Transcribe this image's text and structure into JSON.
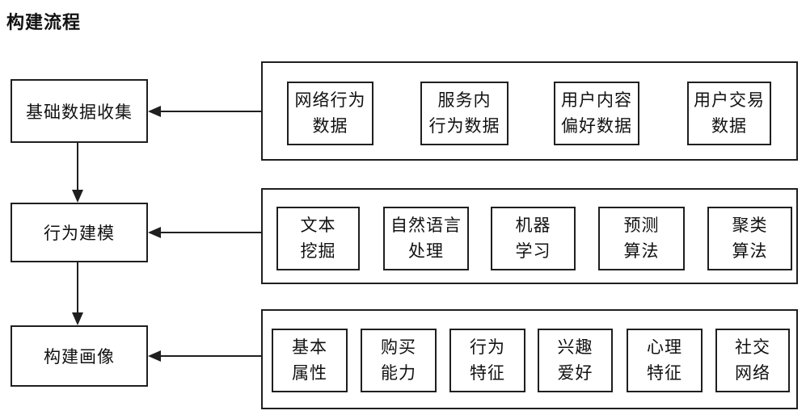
{
  "title": "构建流程",
  "stages": [
    {
      "label": "基础数据收集",
      "items": [
        "网络行为\n数据",
        "服务内\n行为数据",
        "用户内容\n偏好数据",
        "用户交易\n数据"
      ]
    },
    {
      "label": "行为建模",
      "items": [
        "文本\n挖掘",
        "自然语言\n处理",
        "机器\n学习",
        "预测\n算法",
        "聚类\n算法"
      ]
    },
    {
      "label": "构建画像",
      "items": [
        "基本\n属性",
        "购买\n能力",
        "行为\n特征",
        "兴趣\n爱好",
        "心理\n特征",
        "社交\n网络"
      ]
    }
  ],
  "colors": {
    "line": "#1f1f1f",
    "background": "#ffffff",
    "text": "#111111"
  }
}
